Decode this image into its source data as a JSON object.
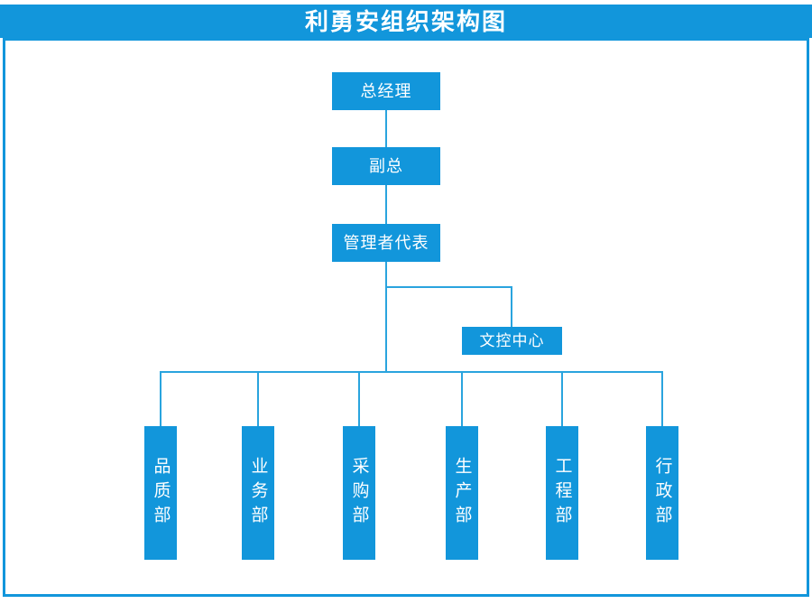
{
  "page": {
    "title": "利勇安组织架构图"
  },
  "colors": {
    "primary": "#1296db",
    "connector_line": "#2aa4de",
    "background": "#ffffff",
    "node_text": "#ffffff"
  },
  "org_chart": {
    "nodes": {
      "general_manager": {
        "label": "总经理",
        "level": 1
      },
      "deputy_general_manager": {
        "label": "副总",
        "level": 2
      },
      "management_representative": {
        "label": "管理者代表",
        "level": 3
      },
      "document_control_center": {
        "label": "文控中心",
        "level": 4,
        "attached": "staff-branch"
      }
    },
    "departments": [
      {
        "label": "品质部"
      },
      {
        "label": "业务部"
      },
      {
        "label": "采购部"
      },
      {
        "label": "生产部"
      },
      {
        "label": "工程部"
      },
      {
        "label": "行政部"
      }
    ]
  }
}
